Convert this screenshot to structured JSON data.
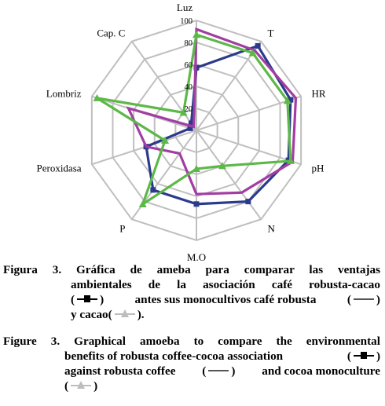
{
  "chart_data": {
    "type": "radar",
    "axes": [
      "Luz",
      "T",
      "HR",
      "pH",
      "N",
      "M.O",
      "P",
      "Peroxidasa",
      "Lombriz",
      "Cap. C"
    ],
    "ticks": [
      0,
      20,
      40,
      60,
      80,
      100
    ],
    "rmax": 100,
    "series": [
      {
        "color": "#2b3a8c",
        "values": [
          57,
          95,
          90,
          88,
          80,
          67,
          67,
          48,
          6,
          8
        ]
      },
      {
        "color": "#a23ea3",
        "values": [
          92,
          90,
          95,
          92,
          70,
          58,
          26,
          48,
          65,
          4
        ]
      },
      {
        "color": "#5cb847",
        "values": [
          87,
          87,
          87,
          90,
          40,
          35,
          83,
          30,
          95,
          20
        ]
      }
    ]
  },
  "caption": {
    "es_lines": [
      "Figura 3. Gráfica de ameba para comparar las ventajas",
      "ambientales de la asociación café robusta-cacao",
      "antes sus monocultivos café robusta",
      "y cacao"
    ],
    "en_lines": [
      "Figure 3. Graphical amoeba to compare the environmental",
      "benefits of robusta coffee-cocoa association",
      "against robusta coffee",
      "and cocoa monoculture"
    ]
  }
}
